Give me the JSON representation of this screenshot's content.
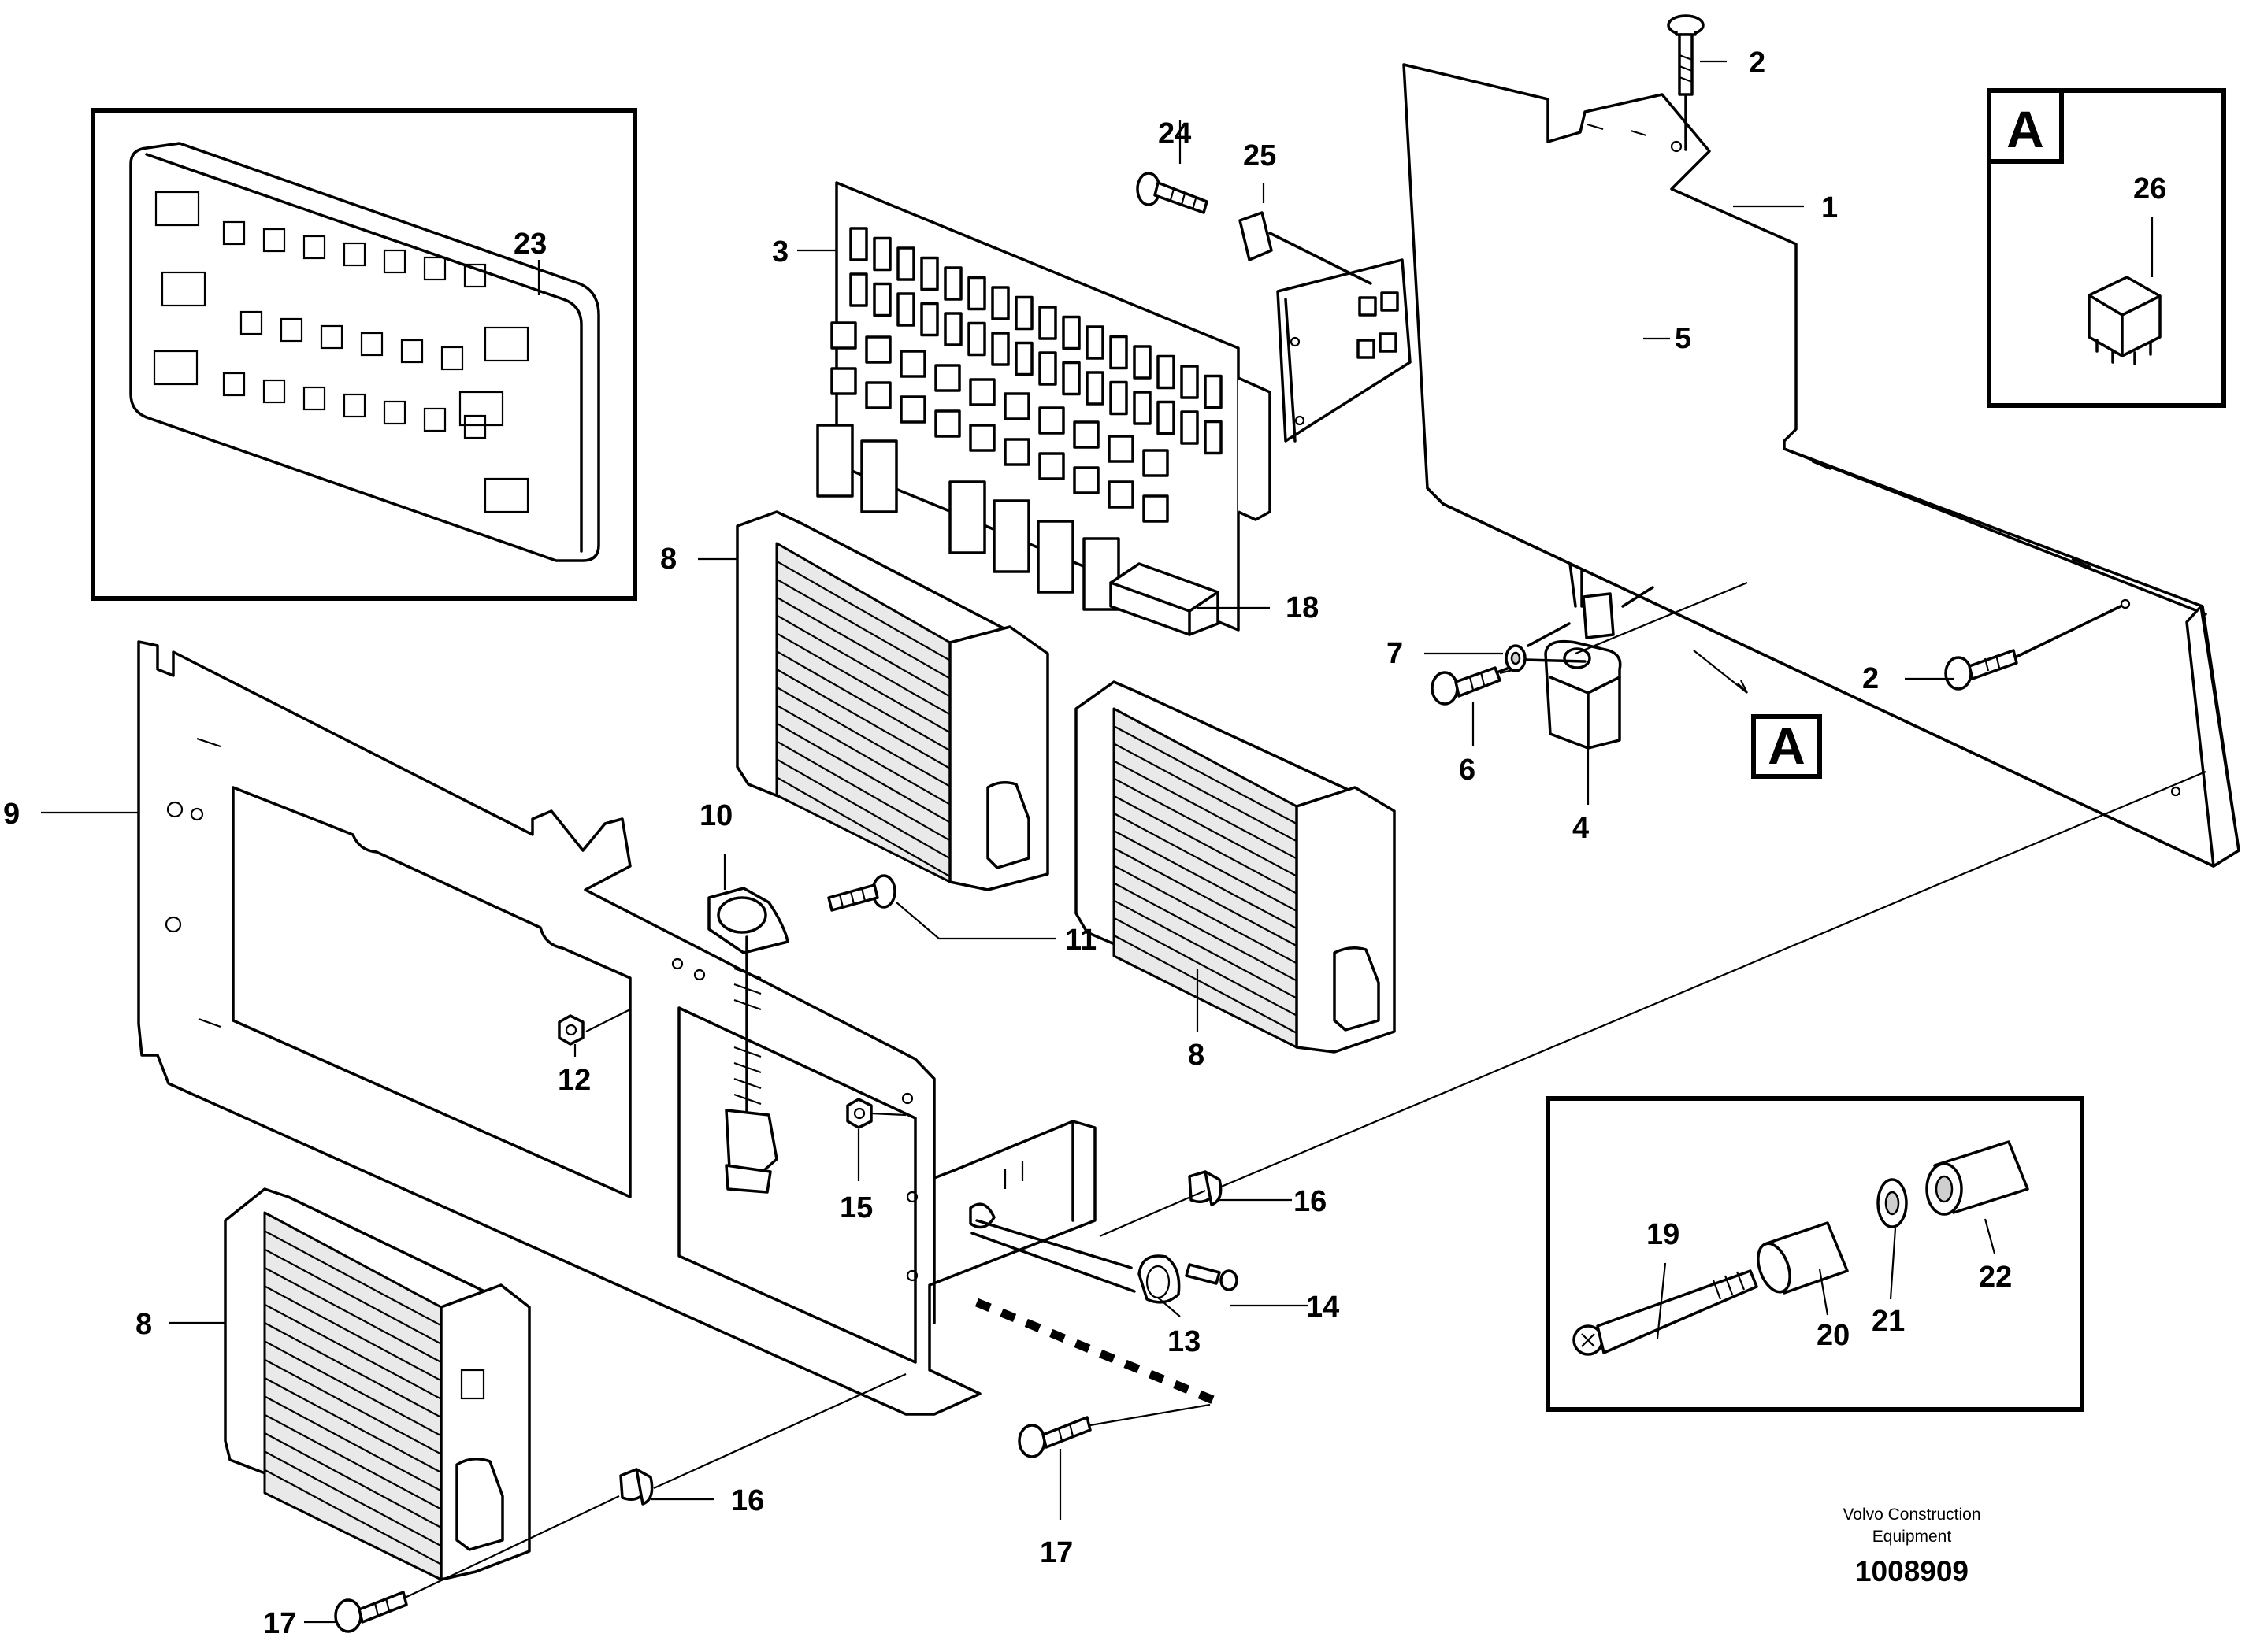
{
  "diagram": {
    "part_labels": {
      "p1": "1",
      "p2": "2",
      "p3": "3",
      "p4": "4",
      "p5": "5",
      "p6": "6",
      "p7": "7",
      "p8": "8",
      "p9": "9",
      "p10": "10",
      "p11": "11",
      "p12": "12",
      "p13": "13",
      "p14": "14",
      "p15": "15",
      "p16": "16",
      "p17": "17",
      "p18": "18",
      "p19": "19",
      "p20": "20",
      "p21": "21",
      "p22": "22",
      "p23": "23",
      "p24": "24",
      "p25": "25",
      "p26": "26"
    },
    "detail_marker": "A",
    "brand_line1": "Volvo Construction",
    "brand_line2": "Equipment",
    "drawing_number": "1008909"
  }
}
